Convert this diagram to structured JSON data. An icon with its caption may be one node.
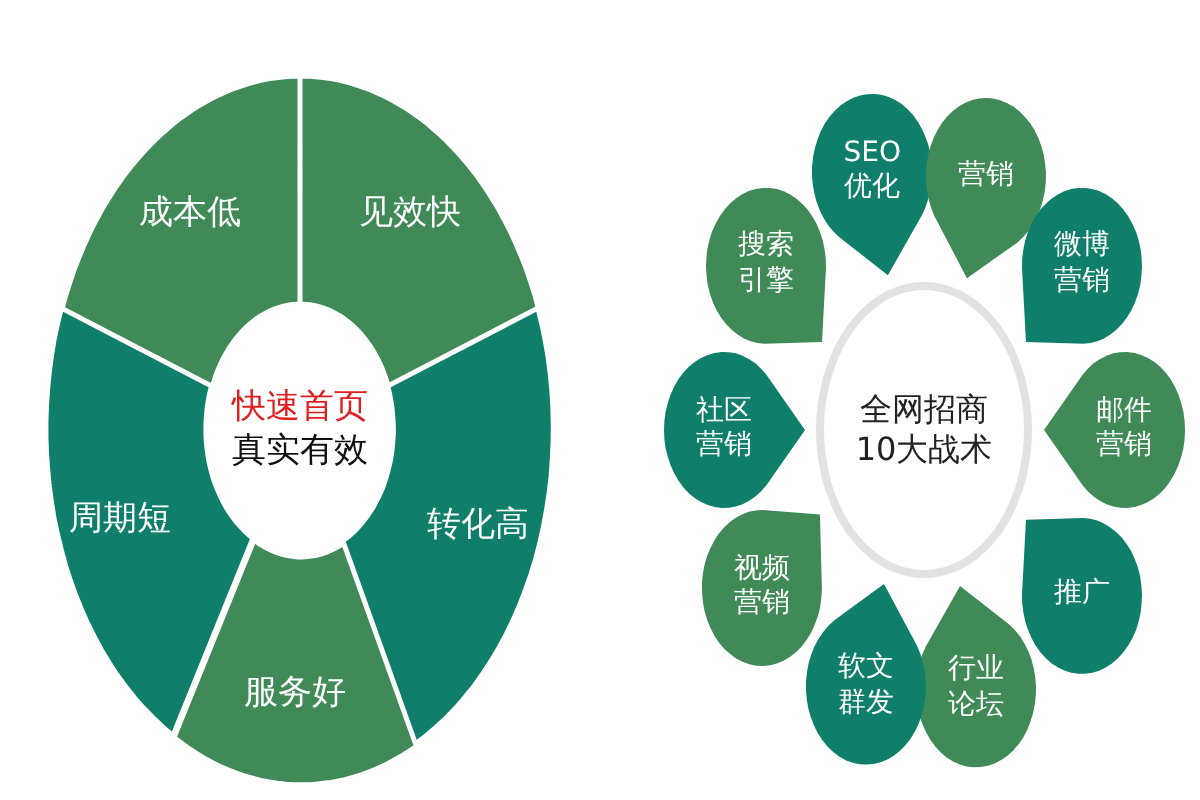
{
  "diagram": {
    "nodes": [
      {
        "text": [
          "快速首页",
          "真实有效"
        ]
      },
      {
        "text": [
          "成本低"
        ]
      },
      {
        "text": [
          "见效快"
        ]
      },
      {
        "text": [
          "转化高"
        ]
      },
      {
        "text": [
          "服务好"
        ]
      },
      {
        "text": [
          "周期短"
        ]
      },
      {
        "text": [
          "全网招商 10大战术"
        ]
      },
      {
        "text": [
          "SEO 优化"
        ]
      },
      {
        "text": [
          "营销"
        ]
      },
      {
        "text": [
          "微博营销"
        ]
      },
      {
        "text": [
          "邮件营销"
        ]
      },
      {
        "text": [
          "推广"
        ]
      },
      {
        "text": [
          "行业论坛"
        ]
      },
      {
        "text": [
          "软文群发"
        ]
      },
      {
        "text": [
          "视频营销"
        ]
      },
      {
        "text": [
          "社区营销"
        ]
      },
      {
        "text": [
          "搜索引擎"
        ]
      }
    ],
    "edges": []
  }
}
